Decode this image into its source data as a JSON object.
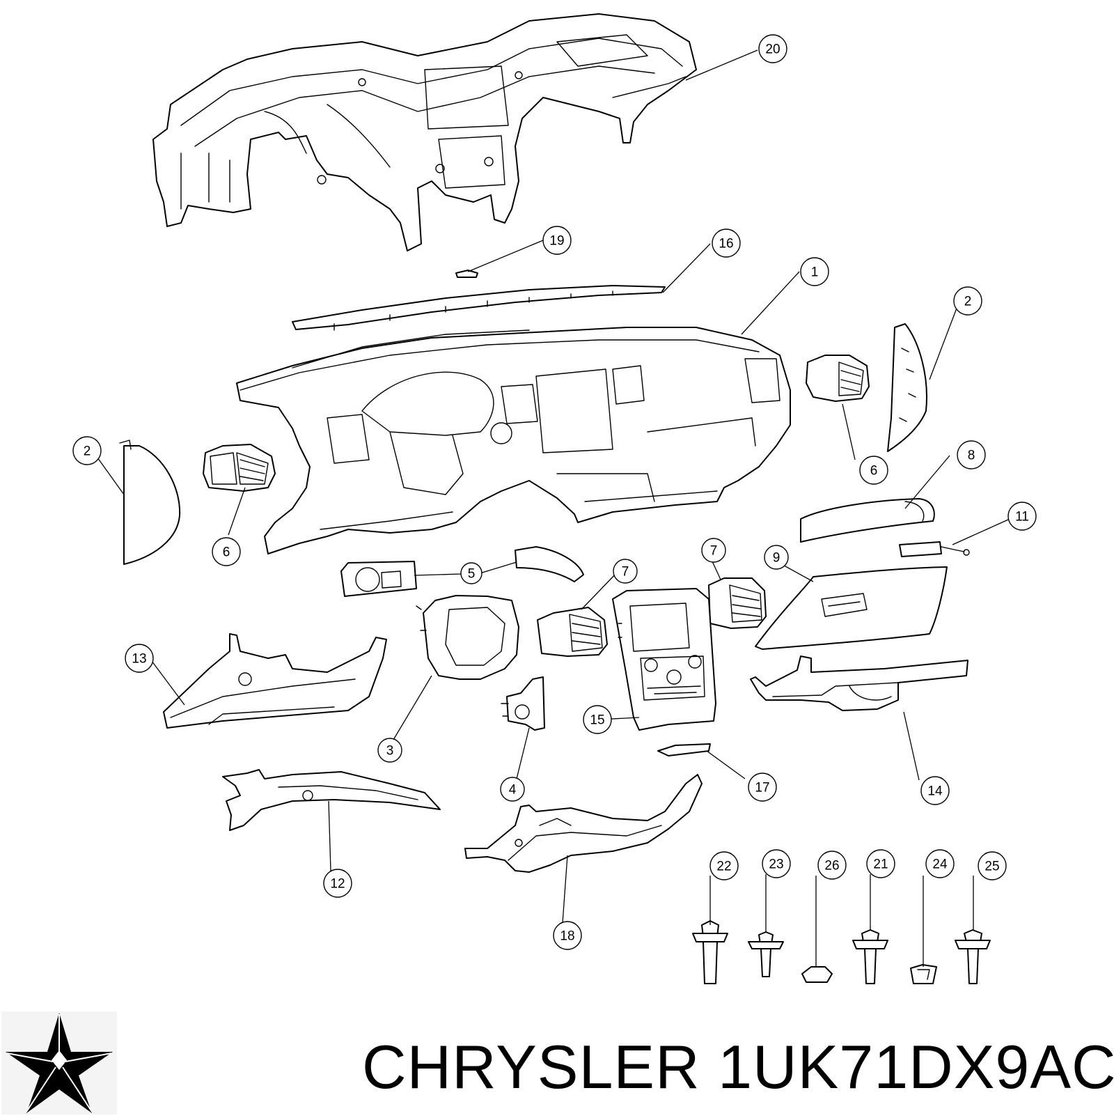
{
  "brand": "CHRYSLER",
  "part_number": "1UK71DX9AC",
  "logo_icon": "chrysler-pentastar-icon",
  "callouts": [
    {
      "id": "c20",
      "label": "20"
    },
    {
      "id": "c19",
      "label": "19"
    },
    {
      "id": "c16",
      "label": "16"
    },
    {
      "id": "c1",
      "label": "1"
    },
    {
      "id": "c2a",
      "label": "2"
    },
    {
      "id": "c2b",
      "label": "2"
    },
    {
      "id": "c6a",
      "label": "6"
    },
    {
      "id": "c6b",
      "label": "6"
    },
    {
      "id": "c8",
      "label": "8"
    },
    {
      "id": "c11",
      "label": "11"
    },
    {
      "id": "c5",
      "label": "5"
    },
    {
      "id": "c7a",
      "label": "7"
    },
    {
      "id": "c7b",
      "label": "7"
    },
    {
      "id": "c9",
      "label": "9"
    },
    {
      "id": "c13",
      "label": "13"
    },
    {
      "id": "c3",
      "label": "3"
    },
    {
      "id": "c15",
      "label": "15"
    },
    {
      "id": "c4",
      "label": "4"
    },
    {
      "id": "c17",
      "label": "17"
    },
    {
      "id": "c14",
      "label": "14"
    },
    {
      "id": "c12",
      "label": "12"
    },
    {
      "id": "c18",
      "label": "18"
    },
    {
      "id": "c22",
      "label": "22"
    },
    {
      "id": "c23",
      "label": "23"
    },
    {
      "id": "c26",
      "label": "26"
    },
    {
      "id": "c21",
      "label": "21"
    },
    {
      "id": "c24",
      "label": "24"
    },
    {
      "id": "c25",
      "label": "25"
    }
  ]
}
